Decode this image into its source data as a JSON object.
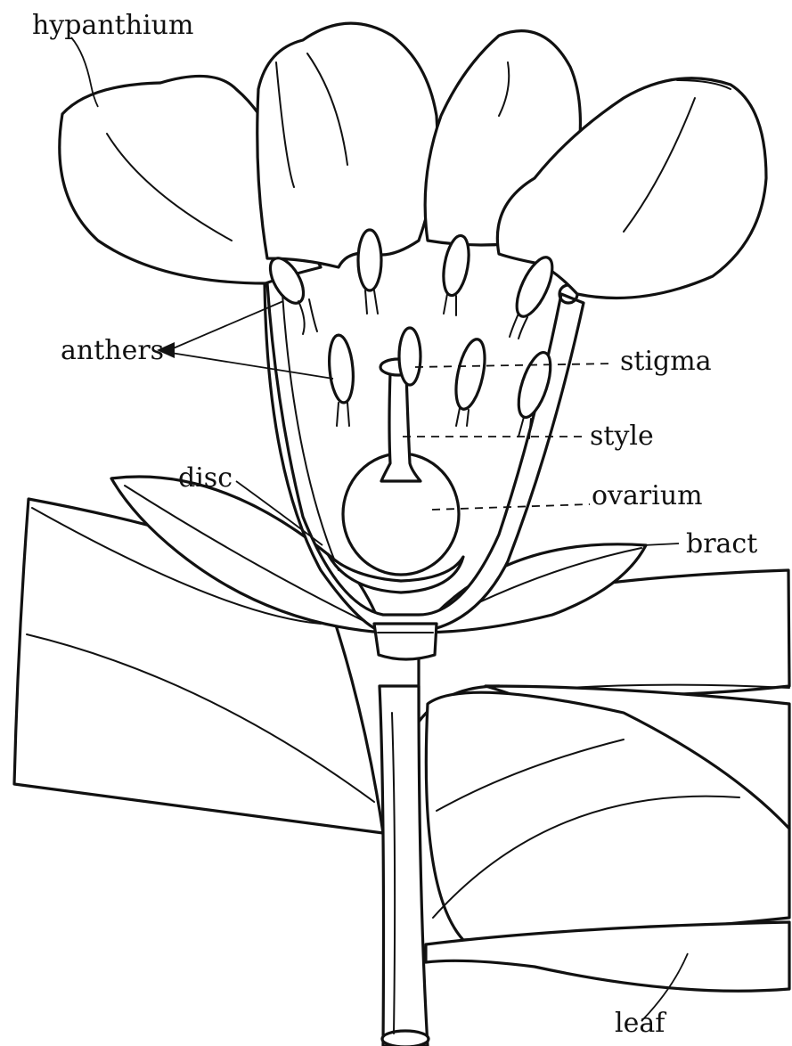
{
  "labels": {
    "hypanthium": "hypanthium",
    "anthers": "anthers",
    "stigma": "stigma",
    "style": "style",
    "disc": "disc",
    "ovarium": "ovarium",
    "bract": "bract",
    "leaf": "leaf"
  }
}
